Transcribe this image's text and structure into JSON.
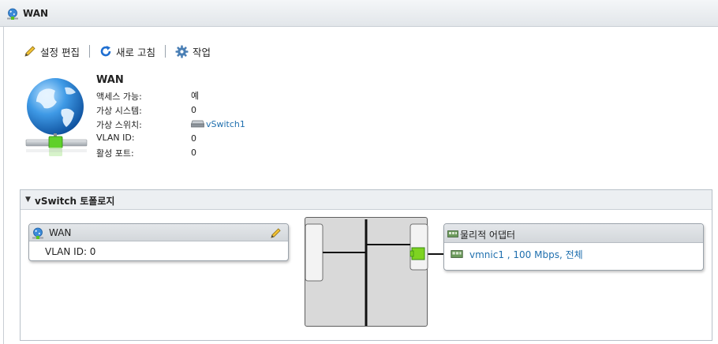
{
  "window": {
    "title": "WAN"
  },
  "toolbar": {
    "edit_label": "설정 편집",
    "refresh_label": "새로 고침",
    "actions_label": "작업"
  },
  "summary": {
    "name": "WAN",
    "rows": [
      {
        "label": "액세스 가능:",
        "value": "예"
      },
      {
        "label": "가상 시스템:",
        "value": "0"
      },
      {
        "label": "가상 스위치:",
        "value": "vSwitch1"
      },
      {
        "label": "VLAN ID:",
        "value": "0"
      },
      {
        "label": "활성 포트:",
        "value": "0"
      }
    ]
  },
  "topology": {
    "header": "vSwitch 토폴로지",
    "portgroup": {
      "name": "WAN",
      "vlan": "VLAN ID: 0"
    },
    "physical": {
      "header": "물리적 어댑터",
      "adapter": "vmnic1 , 100 Mbps, 전체"
    }
  },
  "colors": {
    "link": "#1f6fae",
    "port_active": "#7ed321",
    "switch_bg": "#d9d9d9"
  }
}
